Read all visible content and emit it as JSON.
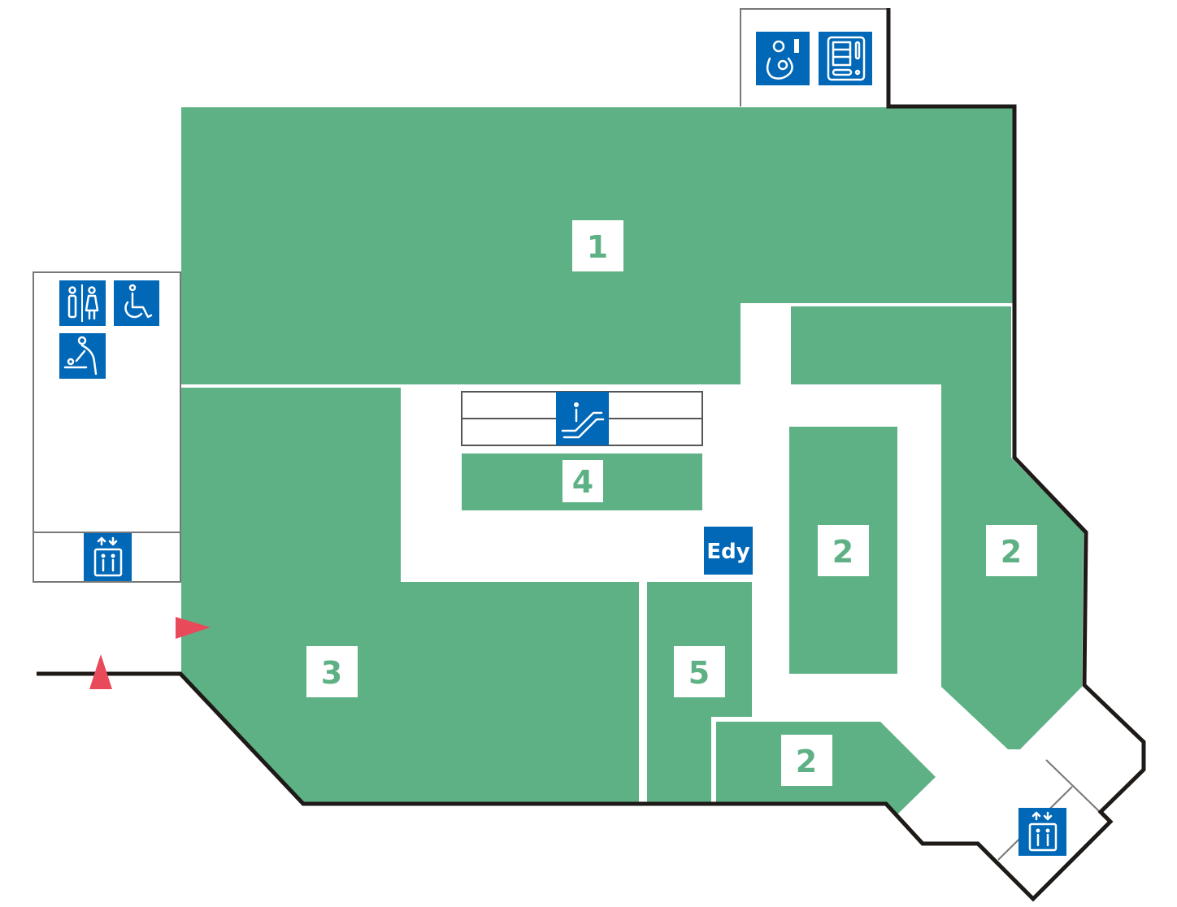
{
  "map": {
    "areas": [
      {
        "id": "1",
        "label": "1"
      },
      {
        "id": "2a",
        "label": "2"
      },
      {
        "id": "2b",
        "label": "2"
      },
      {
        "id": "2c",
        "label": "2"
      },
      {
        "id": "3",
        "label": "3"
      },
      {
        "id": "4",
        "label": "4"
      },
      {
        "id": "5",
        "label": "5"
      }
    ],
    "edy_label": "Edy",
    "colors": {
      "area": "#5eb184",
      "facility_icon": "#0068b7",
      "entrance_marker": "#e94a5a",
      "wall": "#1e1a18"
    },
    "icons": [
      "nursing-room-icon",
      "vending-machine-icon",
      "restroom-icon",
      "wheelchair-icon",
      "baby-changing-icon",
      "elevator-icon",
      "escalator-icon",
      "edy-icon",
      "entrance-marker-icon"
    ]
  }
}
